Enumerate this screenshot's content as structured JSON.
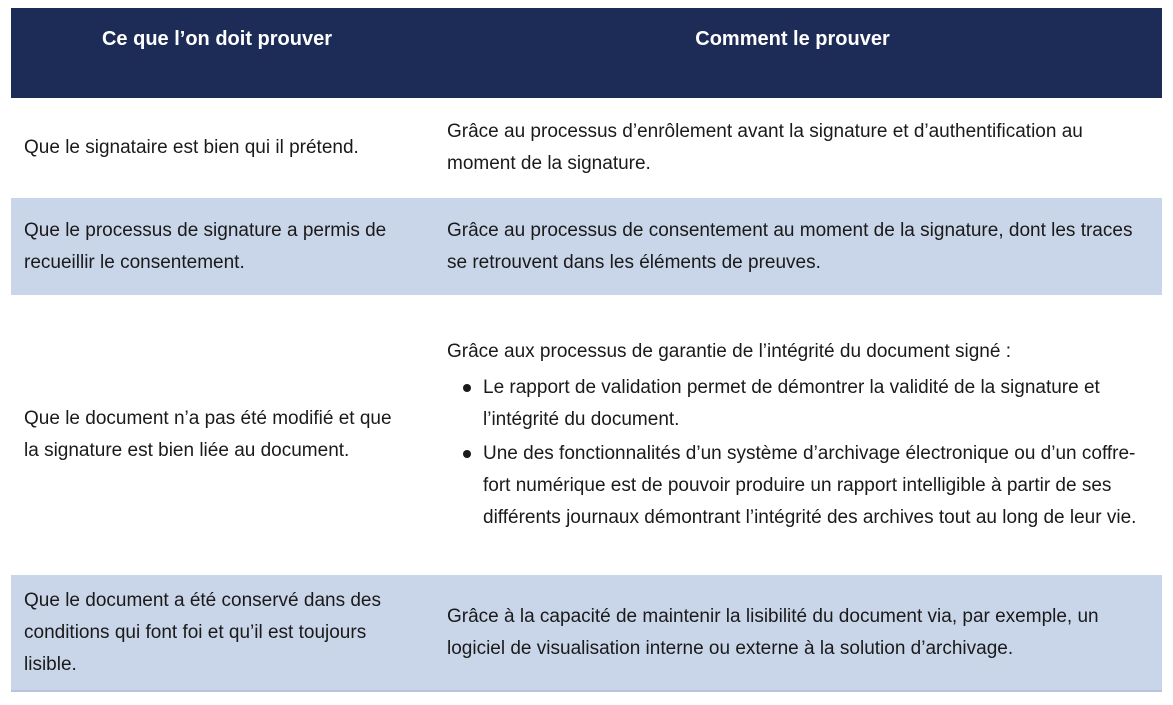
{
  "header": {
    "col1": "Ce que l’on doit prouver",
    "col2": "Comment le prouver"
  },
  "rows": [
    {
      "what": "Que le signataire est bien qui il prétend.",
      "how": "Grâce au processus d’enrôlement avant la signature et d’authentification au moment de la signature."
    },
    {
      "what": "Que le processus de signature a permis de recueillir le consentement.",
      "how": "Grâce au processus de consentement au moment de la signature, dont les traces se retrouvent dans les éléments de preuves."
    },
    {
      "what": "Que le document n’a pas été modifié et que la signature est bien liée au document.",
      "how_intro": "Grâce aux processus de garantie de l’intégrité du document signé :",
      "bullets": [
        "Le rapport de validation permet de démontrer la validité de la signature et l’intégrité du document.",
        "Une des fonctionnalités d’un système d’archivage électronique ou d’un coffre-fort numérique est de pouvoir produire un rapport intelligible à partir de ses différents journaux démontrant l’intégrité des archives tout au long de leur vie."
      ]
    },
    {
      "what": "Que le document a été conservé dans des conditions qui font foi et qu’il est toujours lisible.",
      "how": "Grâce à la capacité de maintenir la lisibilité du document via, par exemple, un logiciel de visualisation interne ou externe à la solution d’archivage."
    }
  ],
  "colors": {
    "header_bg": "#1d2b57",
    "alt_row_bg": "#c9d5e8"
  }
}
